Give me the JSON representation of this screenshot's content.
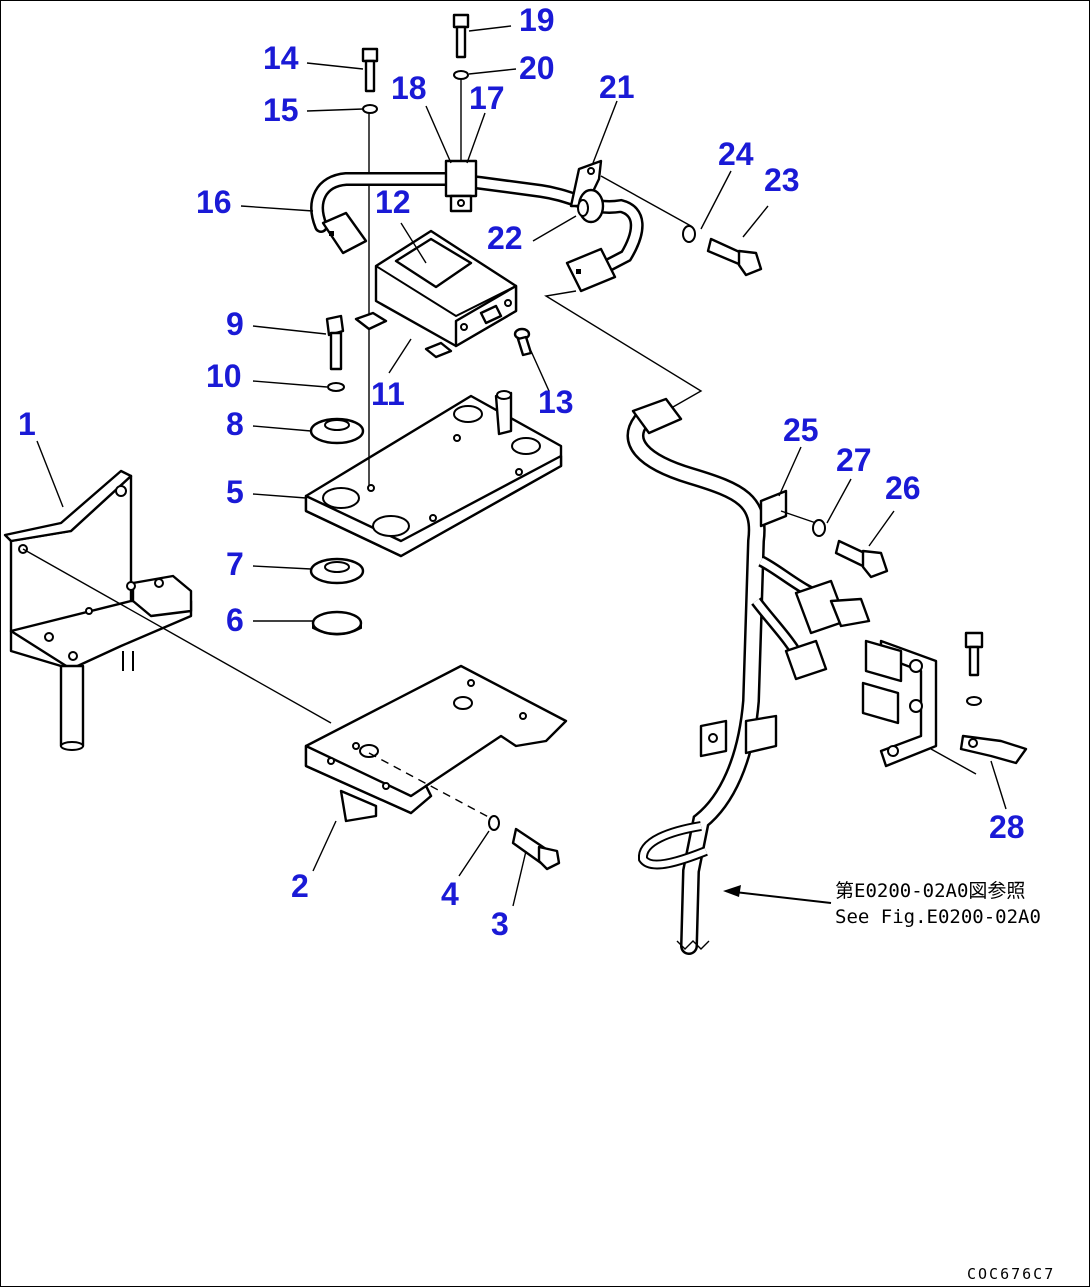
{
  "callouts": [
    "1",
    "2",
    "3",
    "4",
    "5",
    "6",
    "7",
    "8",
    "9",
    "10",
    "11",
    "12",
    "13",
    "14",
    "15",
    "16",
    "17",
    "18",
    "19",
    "20",
    "21",
    "22",
    "23",
    "24",
    "25",
    "26",
    "27",
    "28"
  ],
  "reference": {
    "japanese": "第E0200-02A0図参照",
    "english": "See Fig.E0200-02A0"
  },
  "drawing_code": "COC676C7"
}
